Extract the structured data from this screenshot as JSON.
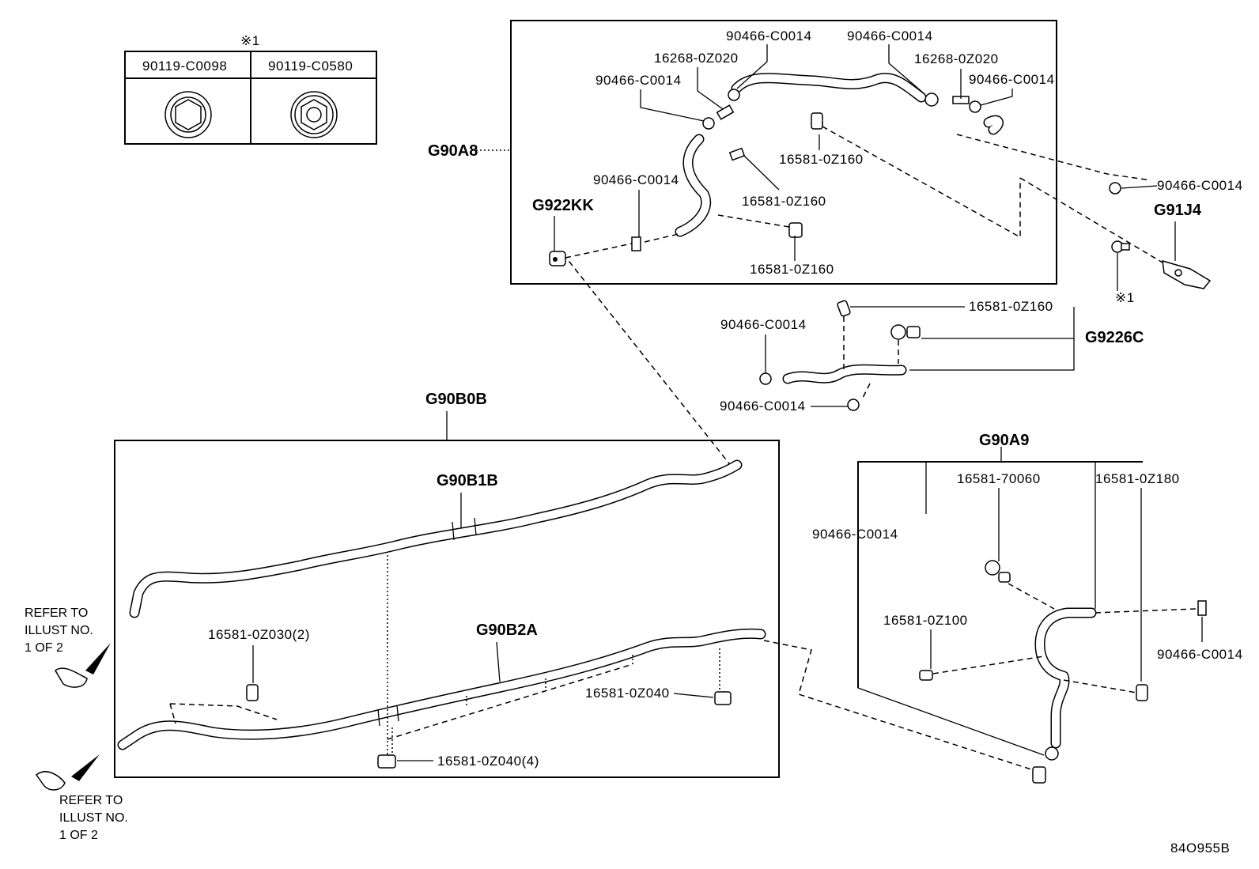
{
  "note_mark": "※1",
  "bolt_table": {
    "headers": [
      "90119-C0098",
      "90119-C0580"
    ]
  },
  "groups": {
    "g90a8": "G90A8",
    "g922kk": "G922KK",
    "g91j4": "G91J4",
    "g9226c": "G9226C",
    "g90b0b": "G90B0B",
    "g90b1b": "G90B1B",
    "g90b2a": "G90B2A",
    "g90a9": "G90A9"
  },
  "parts": {
    "c0014_a": "90466-C0014",
    "c0014_b": "90466-C0014",
    "z020_a": "16268-0Z020",
    "z020_b": "16268-0Z020",
    "c0014_c": "90466-C0014",
    "c0014_d": "90466-C0014",
    "z160_a": "16581-0Z160",
    "c0014_e": "90466-C0014",
    "z160_b": "16581-0Z160",
    "z160_c": "16581-0Z160",
    "c0014_f": "90466-C0014",
    "z160_d": "16581-0Z160",
    "c0014_g": "90466-C0014",
    "c0014_h": "90466-C0014",
    "z030": "16581-0Z030(2)",
    "z040": "16581-0Z040",
    "z040_4": "16581-0Z040(4)",
    "p70060": "16581-70060",
    "z180": "16581-0Z180",
    "c0014_i": "90466-C0014",
    "z100": "16581-0Z100",
    "c0014_j": "90466-C0014"
  },
  "refer_top": [
    "REFER TO",
    "ILLUST NO.",
    "1 OF 2"
  ],
  "refer_bottom": [
    "REFER TO",
    "ILLUST NO.",
    "1 OF 2"
  ],
  "figure_code": "84O955B"
}
